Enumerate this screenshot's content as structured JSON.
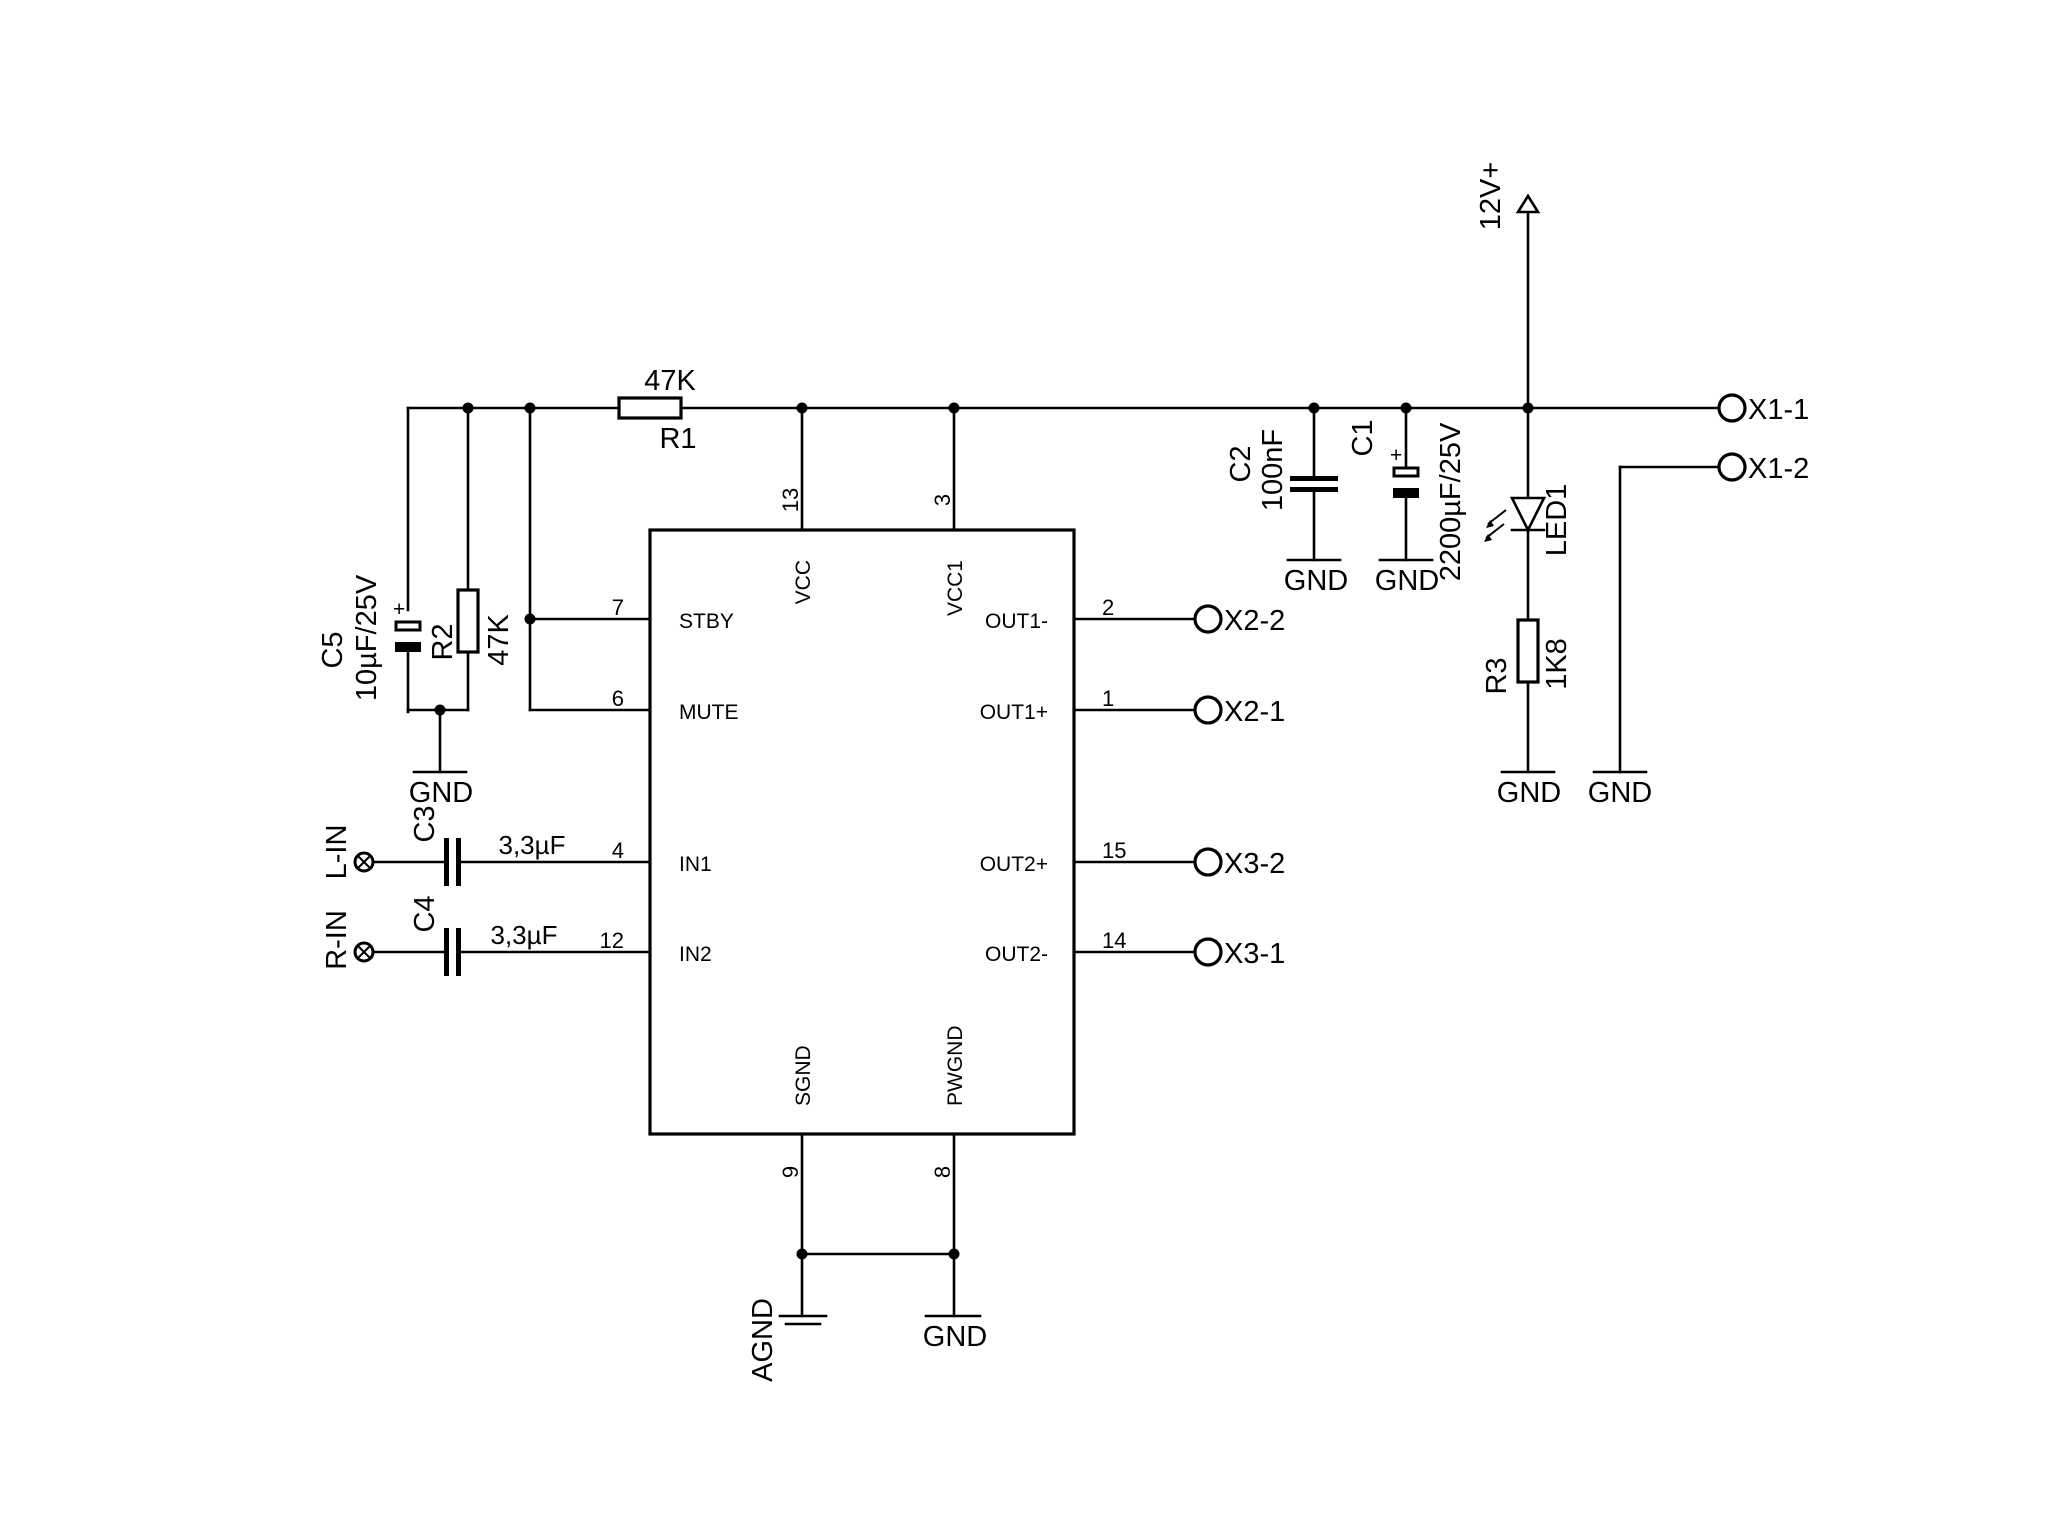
{
  "ic": {
    "pins_left": [
      {
        "num": "7",
        "name": "STBY"
      },
      {
        "num": "6",
        "name": "MUTE"
      },
      {
        "num": "4",
        "name": "IN1"
      },
      {
        "num": "12",
        "name": "IN2"
      }
    ],
    "pins_right": [
      {
        "num": "2",
        "name": "OUT1-"
      },
      {
        "num": "1",
        "name": "OUT1+"
      },
      {
        "num": "15",
        "name": "OUT2+"
      },
      {
        "num": "14",
        "name": "OUT2-"
      }
    ],
    "pins_top": [
      {
        "num": "13",
        "name": "VCC"
      },
      {
        "num": "3",
        "name": "VCC1"
      }
    ],
    "pins_bottom": [
      {
        "num": "9",
        "name": "SGND"
      },
      {
        "num": "8",
        "name": "PWGND"
      }
    ]
  },
  "components": {
    "r1": {
      "ref": "R1",
      "value": "47K"
    },
    "r2": {
      "ref": "R2",
      "value": "47K"
    },
    "r3": {
      "ref": "R3",
      "value": "1K8"
    },
    "c1": {
      "ref": "C1",
      "value": "2200µF/25V"
    },
    "c2": {
      "ref": "C2",
      "value": "100nF"
    },
    "c3": {
      "ref": "C3",
      "value": "3,3µF"
    },
    "c4": {
      "ref": "C4",
      "value": "3,3µF"
    },
    "c5": {
      "ref": "C5",
      "value": "10µF/25V"
    },
    "led1": {
      "ref": "LED1"
    }
  },
  "connectors": {
    "x1_1": "X1-1",
    "x1_2": "X1-2",
    "x2_1": "X2-1",
    "x2_2": "X2-2",
    "x3_1": "X3-1",
    "x3_2": "X3-2",
    "l_in": "L-IN",
    "r_in": "R-IN"
  },
  "power": {
    "supply": "12V+",
    "gnd": "GND",
    "agnd": "AGND",
    "polarity": "+"
  }
}
